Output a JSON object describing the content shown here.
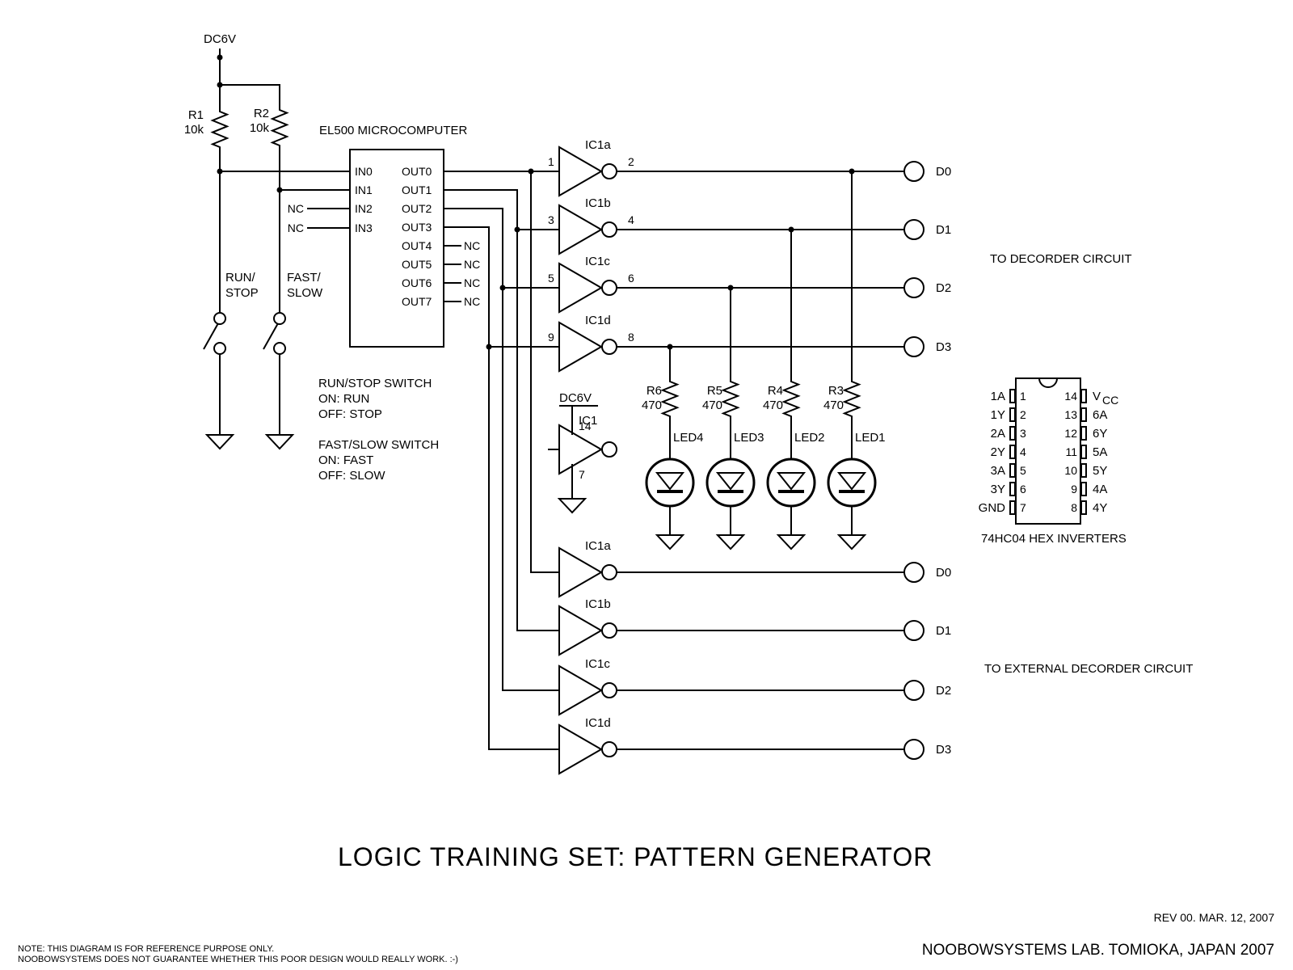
{
  "power": {
    "supply": "DC6V",
    "ic_supply": "DC6V"
  },
  "resistors": {
    "r1": {
      "name": "R1",
      "value": "10k"
    },
    "r2": {
      "name": "R2",
      "value": "10k"
    },
    "r6": {
      "name": "R6",
      "value": "470"
    },
    "r5": {
      "name": "R5",
      "value": "470"
    },
    "r4": {
      "name": "R4",
      "value": "470"
    },
    "r3": {
      "name": "R3",
      "value": "470"
    }
  },
  "switches": {
    "run_stop": [
      "RUN/",
      "STOP"
    ],
    "fast_slow": [
      "FAST/",
      "SLOW"
    ]
  },
  "mcu": {
    "title": "EL500 MICROCOMPUTER",
    "inputs": [
      "IN0",
      "IN1",
      "IN2",
      "IN3"
    ],
    "outputs": [
      "OUT0",
      "OUT1",
      "OUT2",
      "OUT3",
      "OUT4",
      "OUT5",
      "OUT6",
      "OUT7"
    ],
    "nc": "NC"
  },
  "switch_notes": {
    "run_stop": [
      "RUN/STOP SWITCH",
      "ON: RUN",
      "OFF: STOP"
    ],
    "fast_slow": [
      "FAST/SLOW SWITCH",
      "ON: FAST",
      "OFF: SLOW"
    ]
  },
  "inverters_top": [
    {
      "name": "IC1a",
      "in_pin": "1",
      "out_pin": "2",
      "output": "D0"
    },
    {
      "name": "IC1b",
      "in_pin": "3",
      "out_pin": "4",
      "output": "D1"
    },
    {
      "name": "IC1c",
      "in_pin": "5",
      "out_pin": "6",
      "output": "D2"
    },
    {
      "name": "IC1d",
      "in_pin": "9",
      "out_pin": "8",
      "output": "D3"
    }
  ],
  "inverters_bottom": [
    {
      "name": "IC1a",
      "output": "D0"
    },
    {
      "name": "IC1b",
      "output": "D1"
    },
    {
      "name": "IC1c",
      "output": "D2"
    },
    {
      "name": "IC1d",
      "output": "D3"
    }
  ],
  "ic_power": {
    "name": "IC1",
    "vcc_pin": "14",
    "gnd_pin": "7"
  },
  "leds": [
    "LED4",
    "LED3",
    "LED2",
    "LED1"
  ],
  "destinations": {
    "decoder": "TO DECORDER CIRCUIT",
    "external": "TO EXTERNAL DECORDER CIRCUIT"
  },
  "chip": {
    "caption": "74HC04 HEX INVERTERS",
    "left_pins": [
      {
        "num": "1",
        "label": "1A"
      },
      {
        "num": "2",
        "label": "1Y"
      },
      {
        "num": "3",
        "label": "2A"
      },
      {
        "num": "4",
        "label": "2Y"
      },
      {
        "num": "5",
        "label": "3A"
      },
      {
        "num": "6",
        "label": "3Y"
      },
      {
        "num": "7",
        "label": "GND"
      }
    ],
    "right_pins": [
      {
        "num": "14",
        "label": "V",
        "sub": "CC"
      },
      {
        "num": "13",
        "label": "6A"
      },
      {
        "num": "12",
        "label": "6Y"
      },
      {
        "num": "11",
        "label": "5A"
      },
      {
        "num": "10",
        "label": "5Y"
      },
      {
        "num": "9",
        "label": "4A"
      },
      {
        "num": "8",
        "label": "4Y"
      }
    ]
  },
  "footer": {
    "title": "LOGIC TRAINING SET: PATTERN GENERATOR",
    "rev": "REV 00. MAR. 12, 2007",
    "credit": "NOOBOWSYSTEMS LAB. TOMIOKA, JAPAN 2007",
    "note_lines": [
      "NOTE: THIS DIAGRAM IS FOR REFERENCE PURPOSE ONLY.",
      "NOOBOWSYSTEMS DOES NOT GUARANTEE WHETHER THIS POOR DESIGN WOULD REALLY WORK. :-)"
    ]
  }
}
